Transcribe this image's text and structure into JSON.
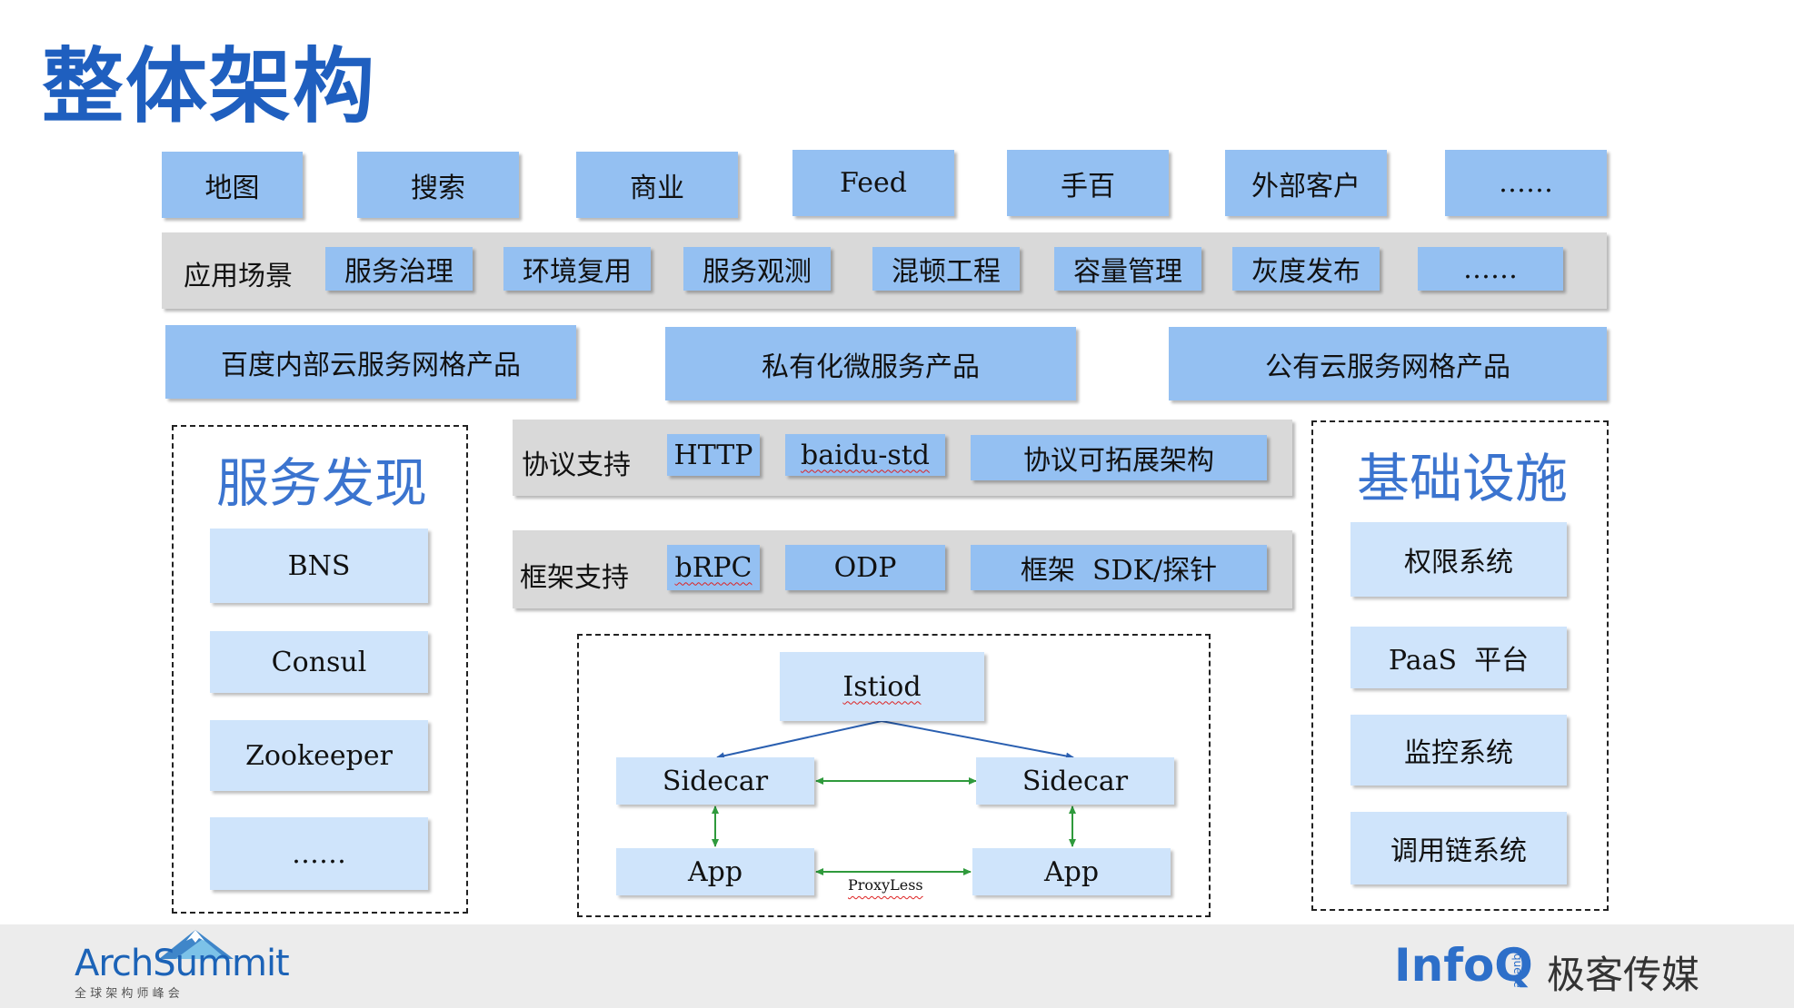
{
  "title": "整体架构",
  "top_row": [
    "地图",
    "搜索",
    "商业",
    "Feed",
    "手百",
    "外部客户",
    "……"
  ],
  "scenarios": {
    "label": "应用场景",
    "items": [
      "服务治理",
      "环境复用",
      "服务观测",
      "混顿工程",
      "容量管理",
      "灰度发布",
      "……"
    ]
  },
  "products": [
    "百度内部云服务网格产品",
    "私有化微服务产品",
    "公有云服务网格产品"
  ],
  "service_discovery": {
    "title": "服务发现",
    "items": [
      "BNS",
      "Consul",
      "Zookeeper",
      "……"
    ]
  },
  "protocol": {
    "label": "协议支持",
    "items": [
      "HTTP",
      "baidu-std",
      "协议可拓展架构"
    ]
  },
  "framework": {
    "label": "框架支持",
    "items": [
      "bRPC",
      "ODP",
      "框架  SDK/探针"
    ]
  },
  "mesh": {
    "istiod": "Istiod",
    "sidecar_left": "Sidecar",
    "sidecar_right": "Sidecar",
    "app_left": "App",
    "app_right": "App",
    "proxyless": "ProxyLess"
  },
  "infrastructure": {
    "title": "基础设施",
    "items": [
      "权限系统",
      "PaaS  平台",
      "监控系统",
      "调用链系统"
    ]
  },
  "footer": {
    "left_logo": "ArchSummit",
    "left_sub": "全 球 架 构 师 峰 会",
    "right_logo": "InfoQ",
    "right_logo_small": "queue",
    "right_text": "极客传媒"
  },
  "colors": {
    "title": "#1f5fbf",
    "box_blue": "#94c0f2",
    "box_light": "#cfe4fb",
    "band_gray": "#d9d9d9",
    "arrow_blue": "#2a5fb0",
    "arrow_green": "#2f9a3c"
  }
}
